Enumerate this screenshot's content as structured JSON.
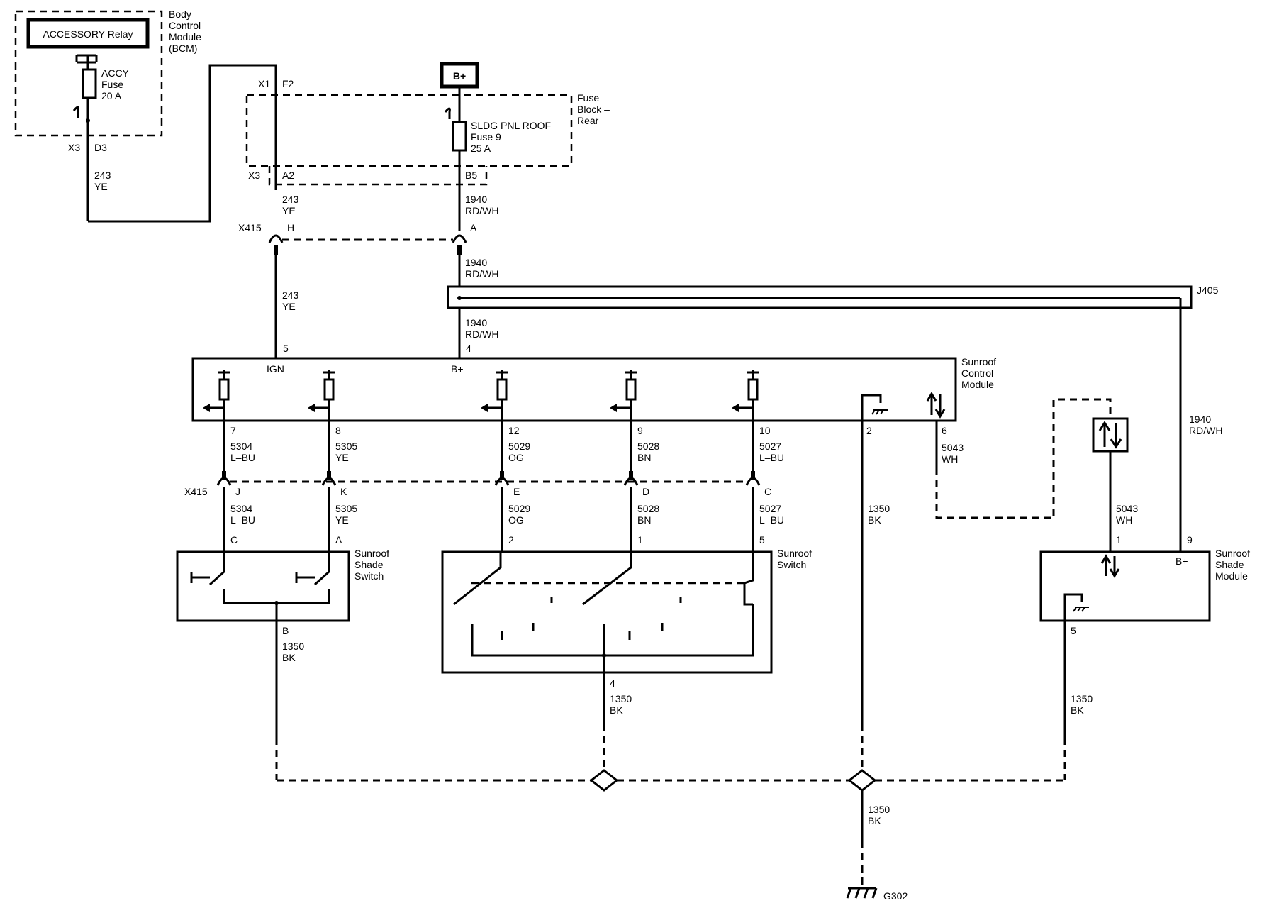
{
  "bcm": {
    "relay_label": "ACCESSORY Relay",
    "name_lines": [
      "Body",
      "Control",
      "Module",
      "(BCM)"
    ],
    "fuse_lines": [
      "ACCY",
      "Fuse",
      "20 A"
    ],
    "conn": "X3",
    "pin": "D3",
    "wire_lines": [
      "243",
      "YE"
    ]
  },
  "battery_label": "B+",
  "fuse_block": {
    "name_lines": [
      "Fuse",
      "Block –",
      "Rear"
    ],
    "fuse_lines": [
      "SLDG PNL ROOF",
      "Fuse 9",
      "25 A"
    ],
    "conn_in": "X1",
    "pin_in": "F2",
    "conn_out": "X3",
    "pin_a": "A2",
    "pin_b": "B5",
    "wire_a_lines": [
      "243",
      "YE"
    ],
    "wire_b_lines": [
      "1940",
      "RD/WH"
    ]
  },
  "x415_top": {
    "conn": "X415",
    "pin_h": "H",
    "pin_a": "A"
  },
  "wire_243_lines": [
    "243",
    "YE"
  ],
  "wire_1940_mid_lines": [
    "1940",
    "RD/WH"
  ],
  "wire_1940_low_lines": [
    "1940",
    "RD/WH"
  ],
  "splice_label": "J405",
  "control_module": {
    "name_lines": [
      "Sunroof",
      "Control",
      "Module"
    ],
    "ign_label": "IGN",
    "bplus_label": "B+",
    "pin_ign": "5",
    "pin_bplus": "4",
    "outputs": [
      {
        "pin": "7",
        "wire": "5304",
        "color": "L–BU",
        "x415_pin": "J",
        "wire2": "5304",
        "color2": "L–BU",
        "dest_pin": "C"
      },
      {
        "pin": "8",
        "wire": "5305",
        "color": "YE",
        "x415_pin": "K",
        "wire2": "5305",
        "color2": "YE",
        "dest_pin": "A"
      },
      {
        "pin": "12",
        "wire": "5029",
        "color": "OG",
        "x415_pin": "E",
        "wire2": "5029",
        "color2": "OG",
        "dest_pin": "2"
      },
      {
        "pin": "9",
        "wire": "5028",
        "color": "BN",
        "x415_pin": "D",
        "wire2": "5028",
        "color2": "BN",
        "dest_pin": "1"
      },
      {
        "pin": "10",
        "wire": "5027",
        "color": "L–BU",
        "x415_pin": "C",
        "wire2": "5027",
        "color2": "L–BU",
        "dest_pin": "5"
      }
    ],
    "ground_pin": "2",
    "data_pin": "6",
    "data_wire_lines": [
      "5043",
      "WH"
    ],
    "ground_wire_lines": [
      "1350",
      "BK"
    ]
  },
  "x415_bottom": {
    "conn": "X415"
  },
  "shade_switch": {
    "name_lines": [
      "Sunroof",
      "Shade",
      "Switch"
    ],
    "ground_pin": "B",
    "ground_wire_lines": [
      "1350",
      "BK"
    ]
  },
  "sunroof_switch": {
    "name_lines": [
      "Sunroof",
      "Switch"
    ],
    "ground_pin": "4",
    "ground_wire_lines": [
      "1350",
      "BK"
    ]
  },
  "shade_module": {
    "name_lines": [
      "Sunroof",
      "Shade",
      "Module"
    ],
    "bplus_label": "B+",
    "data_pin": "1",
    "bplus_pin": "9",
    "ground_pin": "5",
    "data_wire_lines": [
      "5043",
      "WH"
    ],
    "bplus_wire_lines": [
      "1940",
      "RD/WH"
    ],
    "ground_wire_lines": [
      "1350",
      "BK"
    ]
  },
  "ground": {
    "label": "G302",
    "wire_lines": [
      "1350",
      "BK"
    ]
  }
}
